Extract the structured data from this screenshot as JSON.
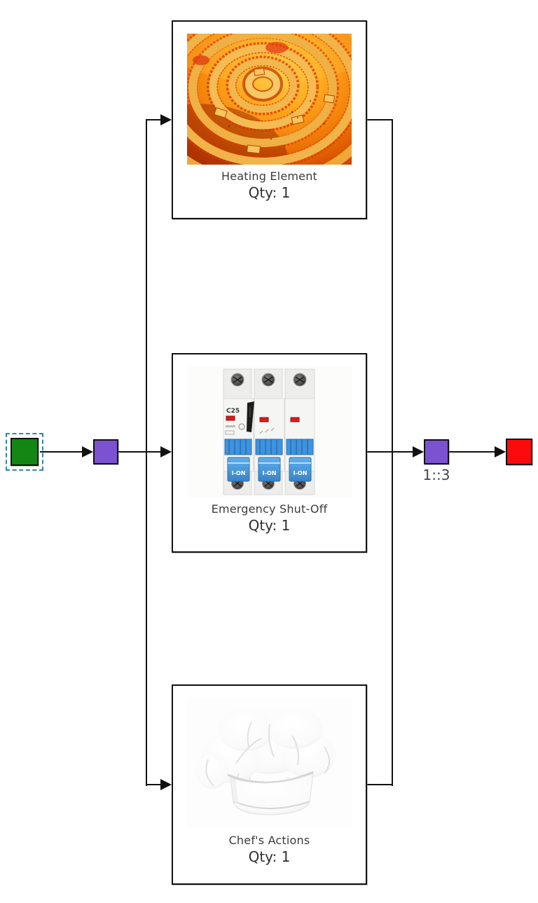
{
  "diagram_type": "reliability-block-diagram",
  "blocks": [
    {
      "title": "Heating Element",
      "qty_text": "Qty: 1",
      "image": "stove-heating-coil-photo"
    },
    {
      "title": "Emergency Shut-Off",
      "qty_text": "Qty: 1",
      "image": "three-pole-circuit-breaker-photo",
      "image_text": {
        "model": "C25",
        "switch": "I-ON"
      }
    },
    {
      "title": "Chef's Actions",
      "qty_text": "Qty: 1",
      "image": "chef-hat-photo"
    }
  ],
  "nodes": {
    "start": {
      "color": "#138613",
      "selected": true,
      "selection_color": "#2e8b9b"
    },
    "split_junction": {
      "color": "#7c52d2"
    },
    "join_junction": {
      "color": "#7c52d2",
      "label": "1::3"
    },
    "end": {
      "color": "#fb0b0b"
    }
  },
  "connector_color": "#111111",
  "background_color": "#ffffff"
}
